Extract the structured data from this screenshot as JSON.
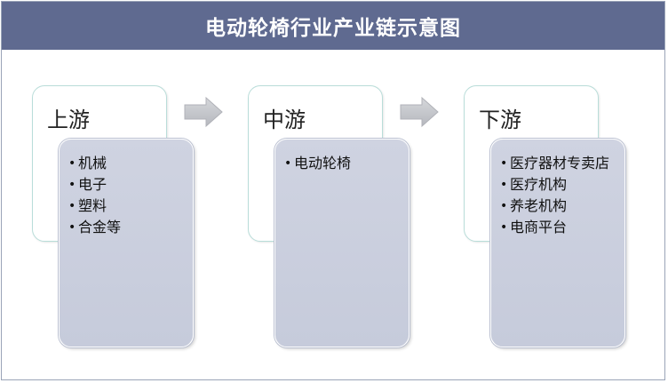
{
  "title": "电动轮椅行业产业链示意图",
  "stages": [
    {
      "label": "上游",
      "items": [
        "机械",
        "电子",
        "塑料",
        "合金等"
      ]
    },
    {
      "label": "中游",
      "items": [
        "电动轮椅"
      ]
    },
    {
      "label": "下游",
      "items": [
        "医疗器材专卖店",
        "医疗机构",
        "养老机构",
        "电商平台"
      ]
    }
  ],
  "colors": {
    "title_bar": "#5f6a90",
    "header_border": "#b9ddd9",
    "card_fill": "#cfd3e1",
    "arrow_fill": "#c2c4c9"
  }
}
